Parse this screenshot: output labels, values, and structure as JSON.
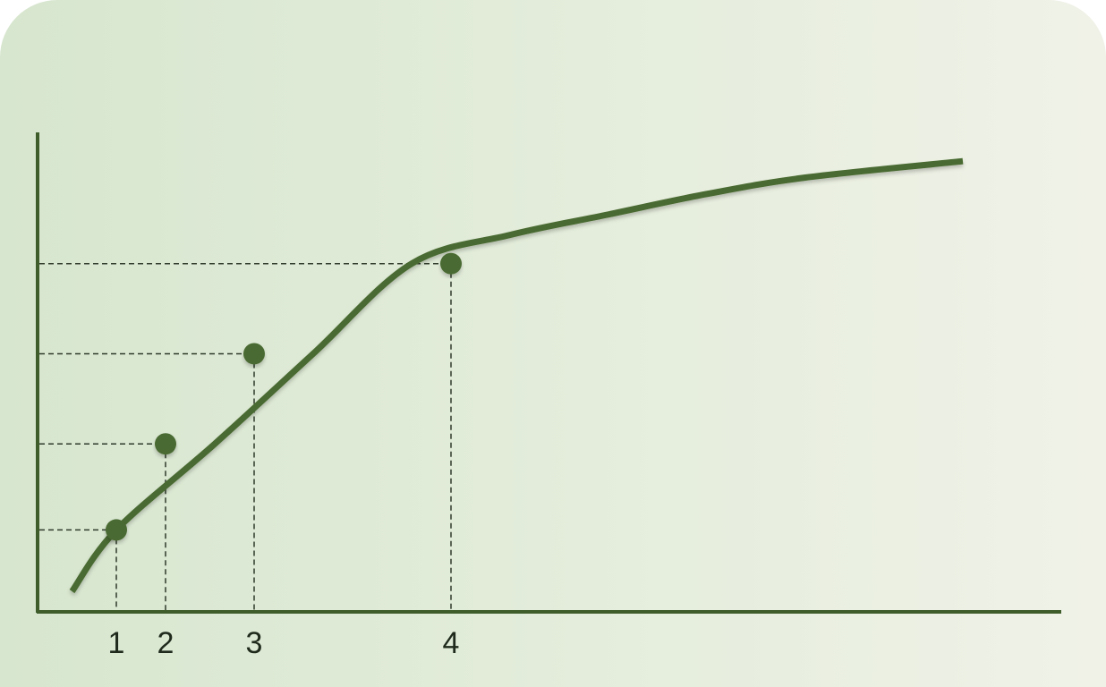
{
  "colors": {
    "curve": "#4a6b30",
    "axis": "#3f5d2b",
    "guide": "#2f3a2a",
    "text": "#1f2a1c"
  },
  "chart_data": {
    "type": "line",
    "title": "",
    "xlabel": "",
    "ylabel": "",
    "grid": false,
    "legend": "none",
    "xlim": [
      0.2,
      10.6
    ],
    "ylim": [
      0,
      1
    ],
    "x_tick_labels": [
      "1",
      "2",
      "3",
      "4"
    ],
    "series": [
      {
        "x": [
          0.55,
          1.0,
          2.0,
          3.0,
          4.0,
          5.0,
          6.0,
          7.0,
          8.0,
          9.6
        ],
        "y": [
          0.05,
          0.2,
          0.41,
          0.63,
          0.85,
          0.92,
          0.97,
          1.02,
          1.06,
          1.1
        ]
      }
    ],
    "highlighted_points": [
      {
        "label": "1",
        "x": 1.0,
        "y": 0.2
      },
      {
        "label": "2",
        "x": 1.5,
        "y": 0.41
      },
      {
        "label": "3",
        "x": 2.4,
        "y": 0.63
      },
      {
        "label": "4",
        "x": 4.4,
        "y": 0.85
      }
    ]
  }
}
